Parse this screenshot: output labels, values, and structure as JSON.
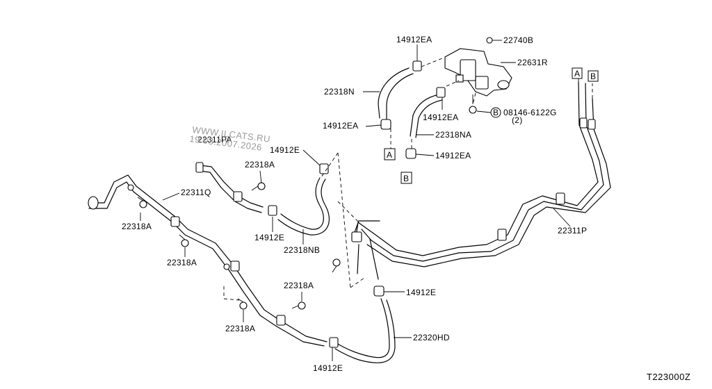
{
  "watermark": {
    "line1": "WWW.ILCATS.RU",
    "line2": "19.03.2007.2026"
  },
  "diagram_code": "T223000Z",
  "part_labels": {
    "p14912EA_top": "14912EA",
    "p22740B": "22740B",
    "p22631R": "22631R",
    "p22318N": "22318N",
    "p14912EA_mid": "14912EA",
    "p08146": "08146-6122G",
    "p08146_qty": "(2)",
    "p14912EA_left": "14912EA",
    "p22318NA": "22318NA",
    "p14912EA_low": "14912EA",
    "p22311PA": "22311PA",
    "p14912E_upper": "14912E",
    "p22318A_upper": "22318A",
    "p22311Q": "22311Q",
    "p22318A_left": "22318A",
    "p14912E_mid": "14912E",
    "p22318NB": "22318NB",
    "p22318A_mid": "22318A",
    "p22311P": "22311P",
    "p22318A_low": "22318A",
    "p14912E_right": "14912E",
    "p22318A_bottom": "22318A",
    "p22320HD": "22320HD",
    "p14912E_bottom": "14912E"
  },
  "reference_marks": {
    "a_top": "A",
    "b_top": "B",
    "a_mid": "A",
    "b_mid": "B",
    "circle_b": "B"
  }
}
